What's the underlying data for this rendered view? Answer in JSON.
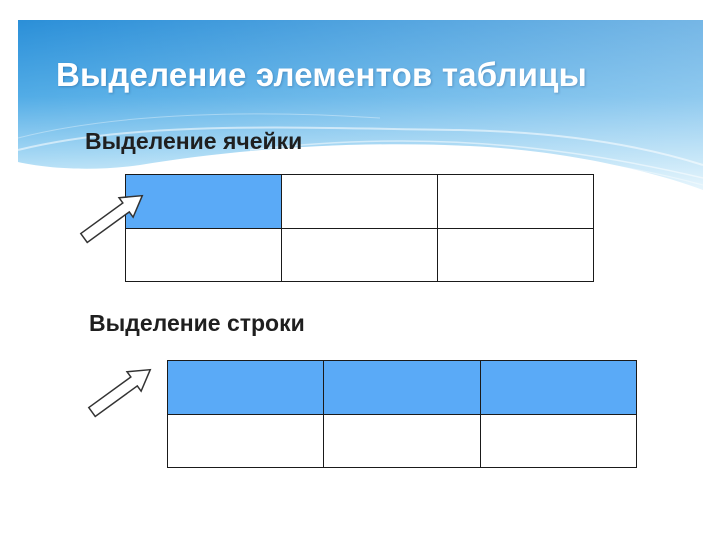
{
  "slide": {
    "title": "Выделение элементов таблицы",
    "cell_section": {
      "heading": "Выделение ячейки",
      "table": {
        "rows": 2,
        "cols": 3,
        "selected": "cell",
        "selected_row": 0,
        "selected_col": 0
      }
    },
    "row_section": {
      "heading": "Выделение строки",
      "table": {
        "rows": 2,
        "cols": 3,
        "selected": "row",
        "selected_row": 0
      }
    }
  },
  "colors": {
    "selection": "#5aaaf7",
    "header_sky": "#2a90d8",
    "title_text": "#ffffff",
    "body_text": "#1f1f1f",
    "grid_border": "#1a1a1a"
  },
  "icons": [
    "arrow-pointer-icon",
    "arrow-pointer-icon"
  ]
}
